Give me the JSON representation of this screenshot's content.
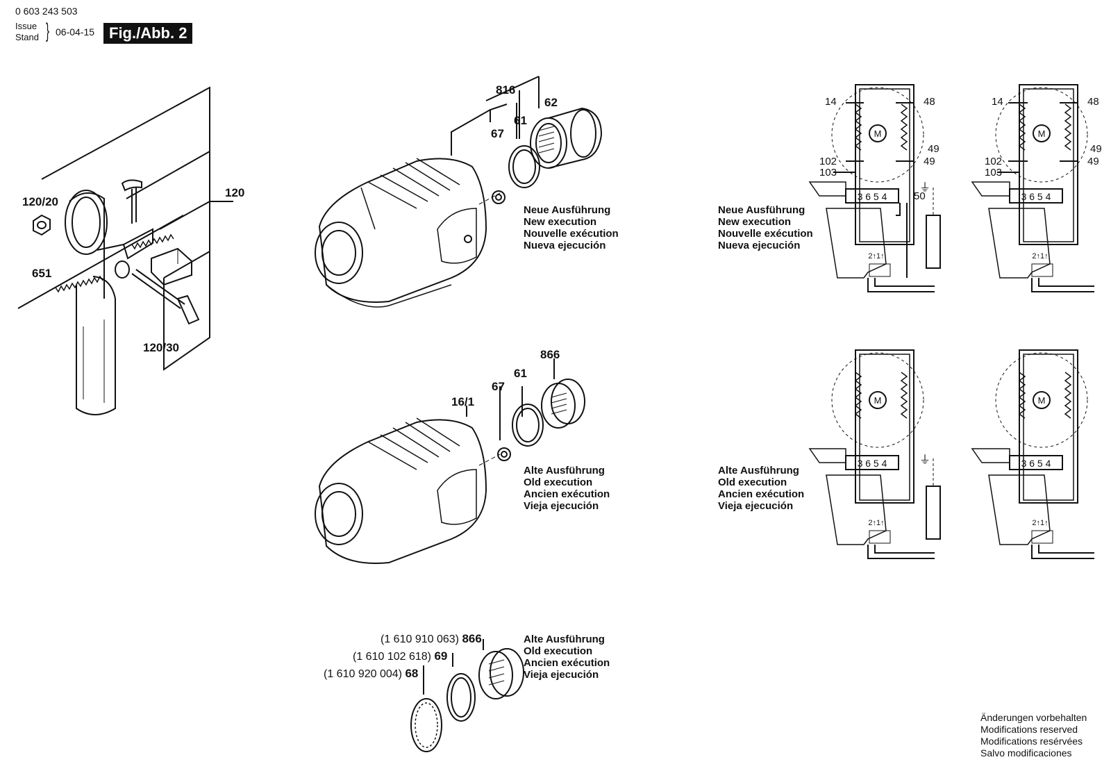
{
  "header": {
    "part_number": "0 603 243 503",
    "issue_label": "Issue",
    "stand_label": "Stand",
    "issue_date": "06-04-15",
    "figure": "Fig./Abb. 2"
  },
  "handle_callouts": {
    "c120_20": "120/20",
    "c120": "120",
    "c651": "651",
    "c120_30": "120/30"
  },
  "new_exec_callouts": {
    "c816": "816",
    "c62": "62",
    "c67": "67",
    "c61": "61"
  },
  "old_exec_callouts": {
    "c866": "866",
    "c61": "61",
    "c67": "67",
    "c16_1": "16/1"
  },
  "new_execution_labels": [
    "Neue Ausführung",
    "New execution",
    "Nouvelle exécution",
    "Nueva ejecución"
  ],
  "old_execution_labels": [
    "Alte Ausführung",
    "Old execution",
    "Ancien exécution",
    "Vieja ejecución"
  ],
  "parts_list": {
    "rows": [
      {
        "order_no": "(1 610 910 063)",
        "pos": "866"
      },
      {
        "order_no": "(1 610 102 618)",
        "pos": "69"
      },
      {
        "order_no": "(1 610 920 004)",
        "pos": "68"
      }
    ],
    "labels": [
      "Alte Ausführung",
      "Old execution",
      "Ancien exécution",
      "Vieja ejecución"
    ]
  },
  "wiring": {
    "callouts": {
      "w14": "14",
      "w48": "48",
      "w49a": "49",
      "w102": "102",
      "w49b": "49",
      "w103": "103",
      "w50": "50"
    },
    "terminals": "3 6 5 4",
    "motor_symbol": "M",
    "switch_marking": "2↑1↑",
    "new_labels": [
      "Neue Ausführung",
      "New execution",
      "Nouvelle exécution",
      "Nueva ejecución"
    ],
    "old_labels": [
      "Alte Ausführung",
      "Old execution",
      "Ancien exécution",
      "Vieja ejecución"
    ]
  },
  "footer": {
    "notes": [
      "Änderungen vorbehalten",
      "Modifications reserved",
      "Modifications resérvées",
      "Salvo modificaciones"
    ]
  }
}
